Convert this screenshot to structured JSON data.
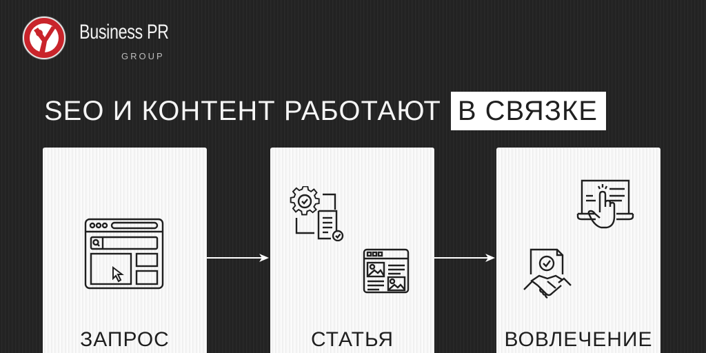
{
  "logo": {
    "title": "Business PR",
    "subtitle": "GROUP",
    "brand_color": "#c9242b"
  },
  "headline": {
    "plain": "SEO И КОНТЕНТ РАБОТАЮТ",
    "highlight": "В СВЯЗКЕ"
  },
  "steps": [
    {
      "label": "ЗАПРОС",
      "icons": [
        "browser-search-click-icon"
      ]
    },
    {
      "label": "СТАТЬЯ",
      "icons": [
        "gear-document-check-icon",
        "webpage-layout-images-icon"
      ]
    },
    {
      "label": "ВОВЛЕЧЕНИЕ",
      "icons": [
        "laptop-touch-icon",
        "handshake-contract-icon"
      ]
    }
  ],
  "colors": {
    "background": "#252525",
    "card": "#f7f7f7",
    "text_light": "#f5f5f5",
    "text_dark": "#1f1f1f",
    "arrow": "#ffffff"
  }
}
